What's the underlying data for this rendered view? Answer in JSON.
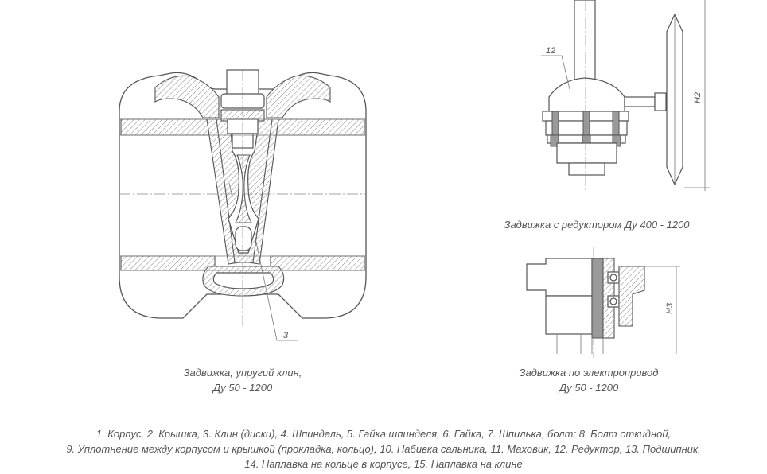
{
  "captions": {
    "main_line1": "Задвижка, упругий клин,",
    "main_line2": "Ду 50 - 1200",
    "reducer": "Задвижка с редуктором Ду 400 - 1200",
    "electric_line1": "Задвижка по электропривод",
    "electric_line2": "Ду 50 - 1200"
  },
  "callouts": {
    "part_3": "3",
    "part_12": "12",
    "dim_h2": "H2",
    "dim_h3": "H3"
  },
  "legend": {
    "line1": "1. Корпус, 2. Крышка, 3. Клин (диски), 4. Шпиндель, 5. Гайка шпинделя, 6. Гайка, 7. Шпилька, болт; 8. Болт откидной,",
    "line2": "9. Уплотнение между корпусом и крышкой (прокладка, кольцо), 10. Набивка сальника, 11. Маховик, 12. Редуктор, 13. Подшипник,",
    "line3": "14. Наплавка на кольце в корпусе, 15. Наплавка на клине"
  }
}
